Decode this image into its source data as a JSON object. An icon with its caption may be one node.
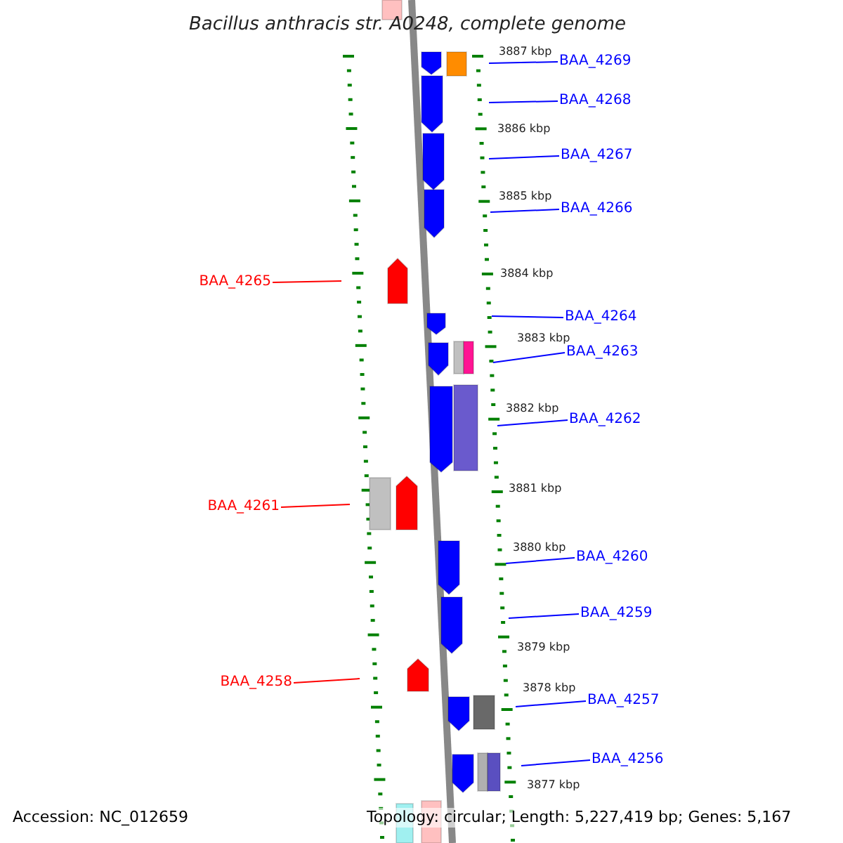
{
  "diagram": {
    "title": "Bacillus anthracis str. A0248, complete genome",
    "nodes": [
      {
        "text": [
          "BAA_4269"
        ]
      },
      {
        "text": [
          "BAA_4268"
        ]
      },
      {
        "text": [
          "BAA_4267"
        ]
      },
      {
        "text": [
          "BAA_4266"
        ]
      },
      {
        "text": [
          "BAA_4265"
        ]
      },
      {
        "text": [
          "BAA_4264"
        ]
      },
      {
        "text": [
          "BAA_4263"
        ]
      },
      {
        "text": [
          "BAA_4262"
        ]
      },
      {
        "text": [
          "BAA_4261"
        ]
      },
      {
        "text": [
          "BAA_4260"
        ]
      },
      {
        "text": [
          "BAA_4259"
        ]
      },
      {
        "text": [
          "BAA_4258"
        ]
      },
      {
        "text": [
          "BAA_4257"
        ]
      },
      {
        "text": [
          "BAA_4256"
        ]
      }
    ],
    "edges": [
      {
        "from": 0,
        "to": null,
        "arrow": "none"
      },
      {
        "from": 1,
        "to": null,
        "arrow": "none"
      },
      {
        "from": 2,
        "to": null,
        "arrow": "none"
      },
      {
        "from": 3,
        "to": null,
        "arrow": "none"
      },
      {
        "from": 4,
        "to": null,
        "arrow": "none",
        "color": "#ff0000"
      },
      {
        "from": 5,
        "to": null,
        "arrow": "none"
      },
      {
        "from": 6,
        "to": null,
        "arrow": "none"
      },
      {
        "from": 7,
        "to": null,
        "arrow": "none"
      },
      {
        "from": 8,
        "to": null,
        "arrow": "none",
        "color": "#ff0000"
      },
      {
        "from": 9,
        "to": null,
        "arrow": "none"
      },
      {
        "from": 10,
        "to": null,
        "arrow": "none"
      },
      {
        "from": 11,
        "to": null,
        "arrow": "none",
        "color": "#ff0000"
      },
      {
        "from": 12,
        "to": null,
        "arrow": "none"
      },
      {
        "from": 13,
        "to": null,
        "arrow": "none"
      }
    ],
    "labels": [
      "3887 kbp",
      "3886 kbp",
      "3885 kbp",
      "3884 kbp",
      "3883 kbp",
      "3882 kbp",
      "3881 kbp",
      "3880 kbp",
      "3879 kbp",
      "3878 kbp",
      "3877 kbp",
      "Accession: NC_012659",
      "Topology: circular; Length: 5,227,419 bp; Genes: 5,167"
    ]
  }
}
